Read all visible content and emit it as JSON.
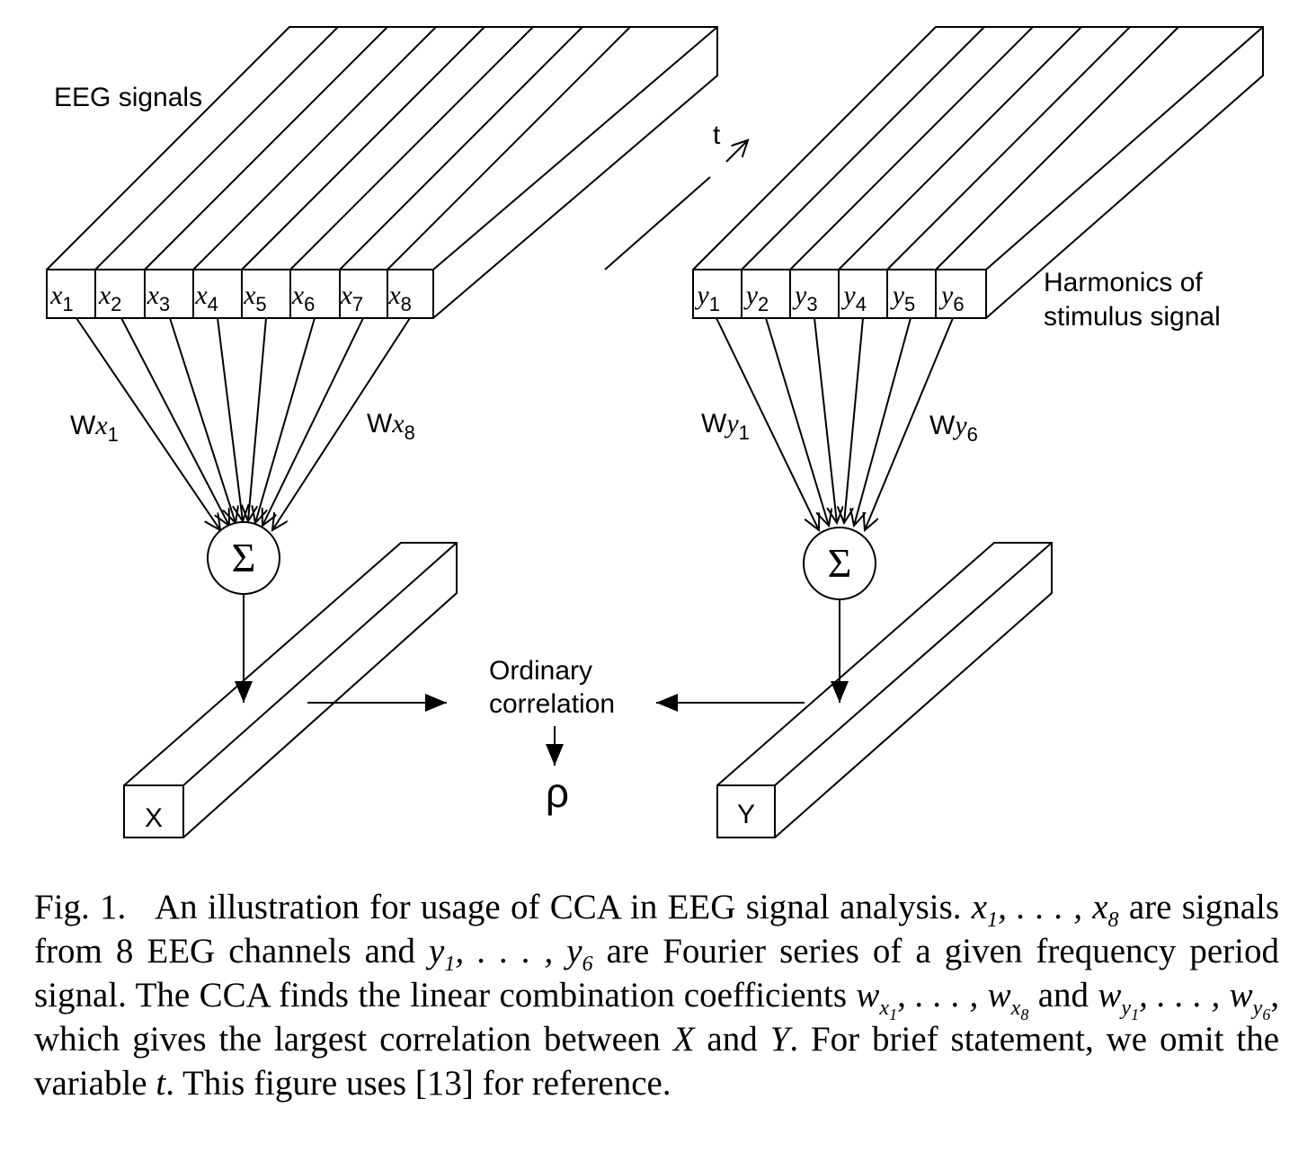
{
  "diagram": {
    "eeg_label": "EEG signals",
    "harmonics_label_line1": "Harmonics of",
    "harmonics_label_line2": "stimulus signal",
    "time_label": "t",
    "x_channels": [
      "x1",
      "x2",
      "x3",
      "x4",
      "x5",
      "x6",
      "x7",
      "x8"
    ],
    "y_channels": [
      "y1",
      "y2",
      "y3",
      "y4",
      "y5",
      "y6"
    ],
    "w_labels": {
      "wx1": "Wx1",
      "wx8": "Wx8",
      "wy1": "Wy1",
      "wy6": "Wy6"
    },
    "sum_symbol": "Σ",
    "output_x": "X",
    "output_y": "Y",
    "correlation_line1": "Ordinary",
    "correlation_line2": "correlation",
    "rho": "ρ"
  },
  "caption": {
    "prefix": "Fig. 1.",
    "p1": "An illustration for usage of CCA in EEG signal analysis.",
    "x_range": "x1, . . . , x8",
    "p2": "are signals from 8 EEG channels and",
    "y_range": "y1, . . . , y6",
    "p3": "are Fourier series of a given frequency period signal. The CCA finds the linear combination coefficients",
    "wx_range": "wx1, . . . , wx8",
    "p4": "and",
    "wy_range": "wy1, . . . , wy6",
    "p5": ", which gives the largest correlation between",
    "var_x": "X",
    "p6": "and",
    "var_y": "Y",
    "p7": ". For brief statement, we omit the variable",
    "var_t": "t",
    "p8": ". This figure uses [13] for reference."
  }
}
